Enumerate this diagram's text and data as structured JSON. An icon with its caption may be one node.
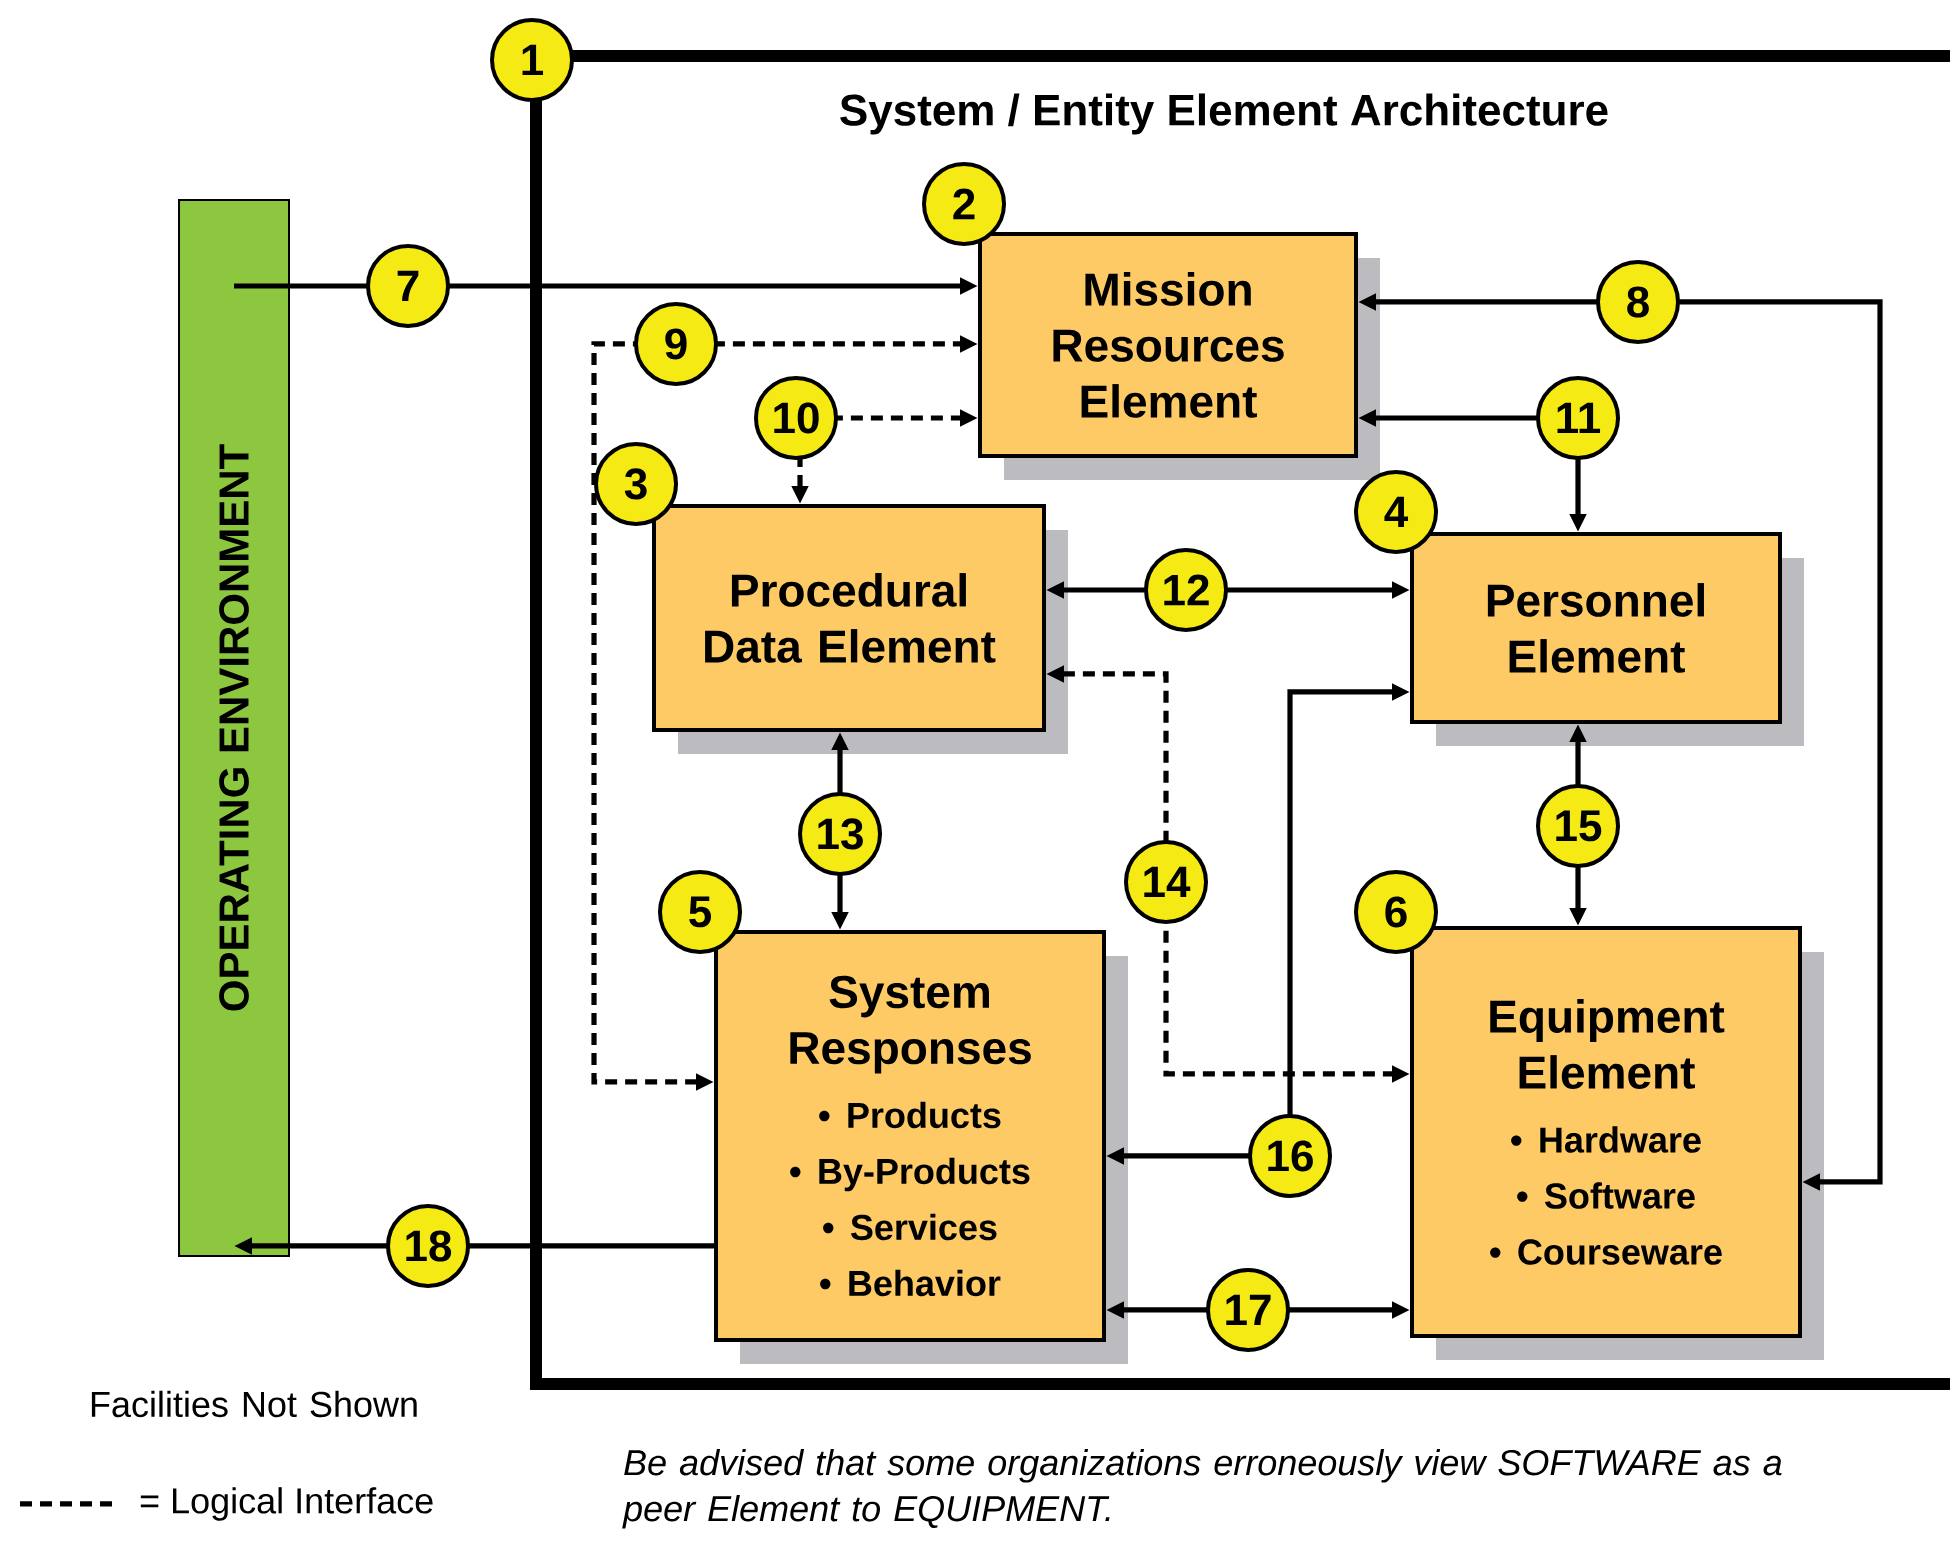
{
  "diagram": {
    "caption": "Be advised that some organizations erroneously view SOFTWARE as a peer Element to EQUIPMENT.",
    "nodes": [
      {
        "text": [
          "System / Entity Element Architecture"
        ],
        "beside": [
          "1"
        ]
      },
      {
        "text": [
          "OPERATING ENVIRONMENT"
        ]
      },
      {
        "text": [
          "Mission Resources Element"
        ],
        "in": 0,
        "beside": [
          "2"
        ]
      },
      {
        "text": [
          "Procedural Data Element"
        ],
        "in": 0,
        "beside": [
          "3"
        ]
      },
      {
        "text": [
          "Personnel Element"
        ],
        "in": 0,
        "beside": [
          "4"
        ]
      },
      {
        "text": [
          "System Responses",
          "• Products",
          "• By-Products",
          "• Services",
          "• Behavior"
        ],
        "in": 0,
        "beside": [
          "5"
        ]
      },
      {
        "text": [
          "Equipment Element",
          "• Hardware",
          "• Software",
          "• Courseware"
        ],
        "in": 0,
        "beside": [
          "6"
        ]
      }
    ],
    "edges": [
      {
        "from": 1,
        "to": 2,
        "arrow": "to",
        "label": "7"
      },
      {
        "from": 6,
        "to": 2,
        "arrow": "both",
        "label": "8"
      },
      {
        "from": 5,
        "to": 2,
        "arrow": "both",
        "label": "9",
        "style": "dashed"
      },
      {
        "from": 3,
        "to": 2,
        "arrow": "both",
        "label": "10",
        "style": "dashed"
      },
      {
        "from": 4,
        "to": 2,
        "arrow": "both",
        "label": "11"
      },
      {
        "from": 3,
        "to": 4,
        "arrow": "both",
        "label": "12"
      },
      {
        "from": 3,
        "to": 5,
        "arrow": "both",
        "label": "13"
      },
      {
        "from": 3,
        "to": 6,
        "arrow": "both",
        "label": "14",
        "style": "dashed"
      },
      {
        "from": 4,
        "to": 6,
        "arrow": "both",
        "label": "15"
      },
      {
        "from": 5,
        "to": 4,
        "arrow": "both",
        "label": "16"
      },
      {
        "from": 5,
        "to": 6,
        "arrow": "both",
        "label": "17"
      },
      {
        "from": 5,
        "to": 1,
        "arrow": "to",
        "label": "18"
      }
    ],
    "labels": [
      "Facilities Not Shown"
    ],
    "legend": [
      {
        "text": "= Logical Interface"
      }
    ]
  }
}
